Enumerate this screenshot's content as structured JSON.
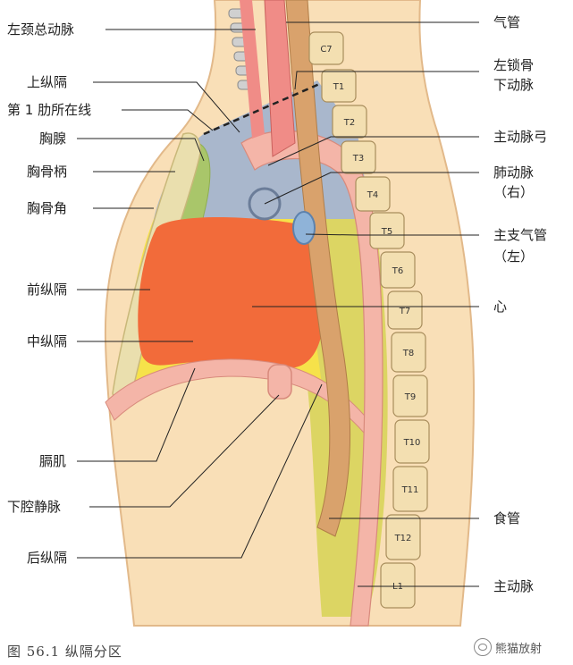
{
  "labels": {
    "left": [
      "左颈总动脉",
      "上纵隔",
      "第 1 肋所在线",
      "胸腺",
      "胸骨柄",
      "胸骨角",
      "前纵隔",
      "中纵隔",
      "膈肌",
      "下腔静脉",
      "后纵隔"
    ],
    "right": [
      "气管",
      "左锁骨",
      "下动脉",
      "主动脉弓",
      "肺动脉",
      "（右）",
      "主支气管",
      "（左）",
      "心",
      "食管",
      "主动脉"
    ]
  },
  "vertebrae": [
    "C7",
    "T1",
    "T2",
    "T3",
    "T4",
    "T5",
    "T6",
    "T7",
    "T8",
    "T9",
    "T10",
    "T11",
    "T12",
    "L1"
  ],
  "caption": "图 56.1   纵隔分区",
  "watermark": "熊猫放射",
  "colors": {
    "skin": "#f9dfb7",
    "skin_outline": "#e2b98a",
    "superior": "#a9b7cc",
    "anterior": "#f6e24a",
    "middle": "#f26b3a",
    "posterior": "#d8d45a",
    "thymus": "#a9c66a",
    "aorta": "#f4b5a8",
    "esophagus": "#d9a26c",
    "vertebra": "#f3dfb1"
  }
}
